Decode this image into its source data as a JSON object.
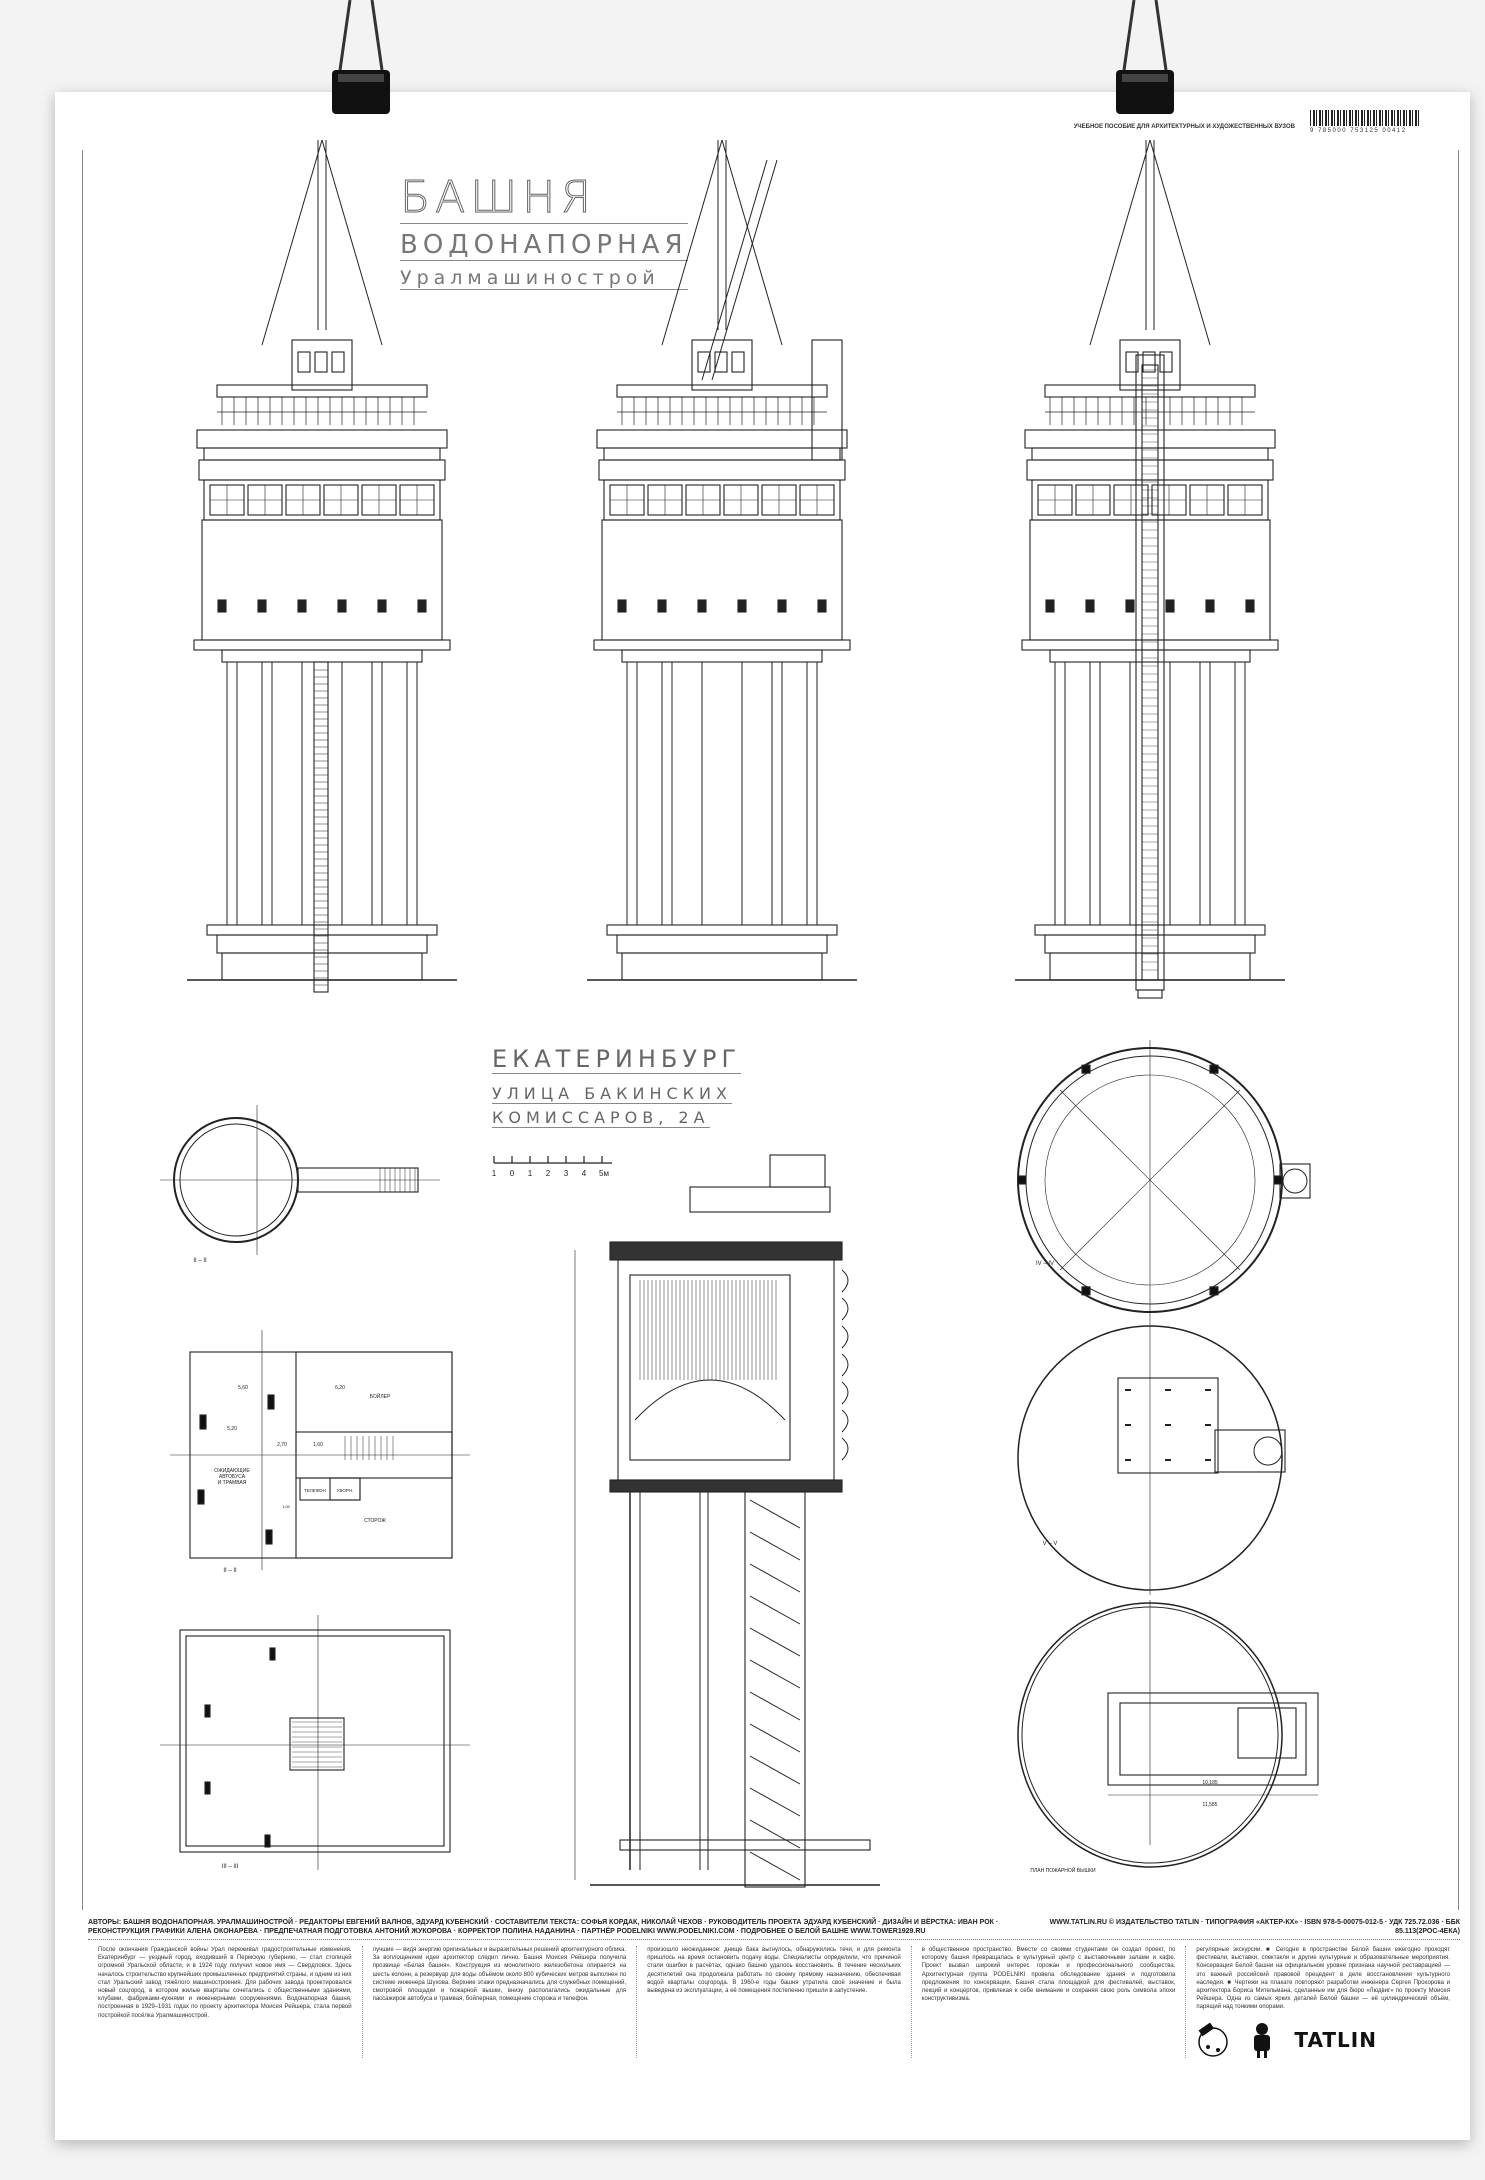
{
  "title": {
    "line1": "БАШНЯ",
    "line2": "ВОДОНАПОРНАЯ",
    "line3": "Уралмашинострой"
  },
  "location": {
    "city": "ЕКАТЕРИНБУРГ",
    "street1": "УЛИЦА БАКИНСКИХ",
    "street2": "КОМИССАРОВ, 2А"
  },
  "scale_bar": {
    "ticks": [
      "1",
      "0",
      "1",
      "2",
      "3",
      "4",
      "5м"
    ]
  },
  "top_right": {
    "caption": "УЧЕБНОЕ ПОСОБИЕ ДЛЯ АРХИТЕКТУРНЫХ И ХУДОЖЕСТВЕННЫХ ВУЗОВ",
    "barcode_number": "9 785000 753125  00412"
  },
  "plans": {
    "circle_plan_label": "II – II",
    "rect_plan_label": "II – II",
    "square_plan_label": "III – III",
    "rooms": {
      "waiting": "ОЖИДАЮЩИЕ\nАВТОБУСА\nИ ТРАМВАЯ",
      "boiler": "БОЙЛЕР",
      "phone": "ТЕЛЕФОН",
      "wc": "УБОРН.",
      "guard": "СТОРОЖ"
    },
    "dims": {
      "d1": "5,60",
      "d2": "6,20",
      "d3": "1,60",
      "d4": "2,70",
      "d5": "5,20",
      "d6": "1,00"
    },
    "right_top_label": "IV – IV",
    "right_mid_label": "V – V",
    "right_bottom_label": "ПЛАН ПОЖАРНОЙ ВЫШКИ",
    "right_dims": {
      "a": "10,185",
      "b": "11,585"
    }
  },
  "credits": {
    "left": "АВТОРЫ: БАШНЯ ВОДОНАПОРНАЯ. УРАЛМАШИНОСТРОЙ · РЕДАКТОРЫ ЕВГЕНИЙ ВАЛНОВ, ЭДУАРД КУБЕНСКИЙ · СОСТАВИТЕЛИ ТЕКСТА: СОФЬЯ КОРДАК, НИКОЛАЙ ЧЕХОВ · РУКОВОДИТЕЛЬ ПРОЕКТА ЭДУАРД КУБЕНСКИЙ · ДИЗАЙН И ВЁРСТКА: ИВАН РОК · РЕКОНСТРУКЦИЯ ГРАФИКИ АЛЕНА ОКОНАРЁВА · ПРЕДПЕЧАТНАЯ ПОДГОТОВКА АНТОНИЙ ЖУКОРОВА · КОРРЕКТОР ПОЛИНА НАДАНИНА · ПАРТНЁР PODELNIKI WWW.PODELNIKI.COM · ПОДРОБНЕЕ О БЕЛОЙ БАШНЕ WWW.TOWER1929.RU",
    "right": "WWW.TATLIN.RU © ИЗДАТЕЛЬСТВО TATLIN · ТИПОГРАФИЯ «АКТЕР-КХ» · ISBN 978-5-00075-012-5 · УДК 725.72.036 · ББК 85.113(2РОС-4ЕКА)"
  },
  "columns": [
    "После окончания Гражданской войны Урал переживал градостроительные изменения. Екатеринбург — уездный город, входивший в Пермскую губернию, — стал столицей огромной Уральской области, и в 1924 году получил новое имя — Свердловск. Здесь началось строительство крупнейших промышленных предприятий страны, и одним из них стал Уральский завод тяжёлого машиностроения. Для рабочих завода проектировался новый соцгород, в котором жилые кварталы сочетались с общественными зданиями, клубами, фабриками-кухнями и инженерными сооружениями. Водонапорная башня, построенная в 1929–1931 годах по проекту архитектора Моисея Рейшера, стала первой постройкой посёлка Уралмашинострой.",
    "лучшие — видя энергию оригинальных и выразительных решений архитектурного облика. За воплощением идеи архитектор следил лично. Башня Моисея Рейшера получила прозвище «Белая башня». Конструкция из монолитного железобетона опирается на шесть колонн, а резервуар для воды объёмом около 800 кубических метров выполнен по системе инженера Шухова. Верхние этажи предназначались для служебных помещений, смотровой площадки и пожарной вышки, внизу располагались ожидальные для пассажиров автобуса и трамвая, бойлерная, помещение сторожа и телефон.",
    "произошло неожиданное: днище бака выгнулось, обнаружились течи, и для ремонта пришлось на время остановить подачу воды. Специалисты определили, что причиной стали ошибки в расчётах, однако башню удалось восстановить. В течение нескольких десятилетий она продолжала работать по своему прямому назначению, обеспечивая водой кварталы соцгорода. В 1960-е годы башня утратила своё значение и была выведена из эксплуатации, а её помещения постепенно пришли в запустение.",
    "в общественное пространство. Вместе со своими студентами он создал проект, по которому башня превращалась в культурный центр с выставочными залами и кафе. Проект вызвал широкий интерес горожан и профессионального сообщества. Архитектурная группа PODELNIKI провела обследование здания и подготовила предложения по консервации. Башня стала площадкой для фестивалей, выставок, лекций и концертов, привлекая к себе внимание и сохраняя свою роль символа эпохи конструктивизма.",
    "регулярные экскурсии. ■ Сегодня в пространстве Белой башни ежегодно проходят фестивали, выставки, спектакли и другие культурные и образовательные мероприятия. Консервация Белой башни на официальном уровне признана научной реставрацией — это важный российский правовой прецедент в деле восстановления культурного наследия. ■ Чертежи на плакате повторяют разработки инженера Сергея Прохорова и архитектора Бориса Мительмана, сделанные им для бюро «Людвиг» по проекту Моисея Рейшера. Одна из самых ярких деталей Белой башни — её цилиндрический объём, парящий над тонкими опорами."
  ],
  "logo": {
    "brand": "TATLIN"
  },
  "colors": {
    "paper": "#ffffff",
    "line": "#222222",
    "background": "#f3f3f3"
  }
}
